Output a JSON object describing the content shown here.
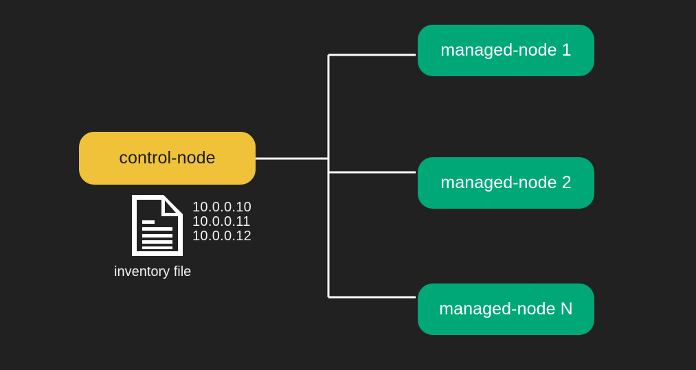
{
  "diagram": {
    "type": "architecture-tree",
    "background_color": "#212121",
    "title_text": "",
    "control_node": {
      "label": "control-node",
      "fill_color": "#efc239",
      "text_color": "#1b1b1b"
    },
    "managed_nodes": [
      {
        "label": "managed-node 1",
        "fill_color": "#00a878",
        "text_color": "#ffffff"
      },
      {
        "label": "managed-node 2",
        "fill_color": "#00a878",
        "text_color": "#ffffff"
      },
      {
        "label": "managed-node N",
        "fill_color": "#00a878",
        "text_color": "#ffffff"
      }
    ],
    "inventory": {
      "icon_name": "document-icon",
      "caption": "inventory file",
      "addresses": [
        "10.0.0.10",
        "10.0.0.11",
        "10.0.0.12"
      ],
      "text_color": "#f2f2f2"
    },
    "connector": {
      "color": "#ffffff",
      "stroke_width": 3
    }
  }
}
